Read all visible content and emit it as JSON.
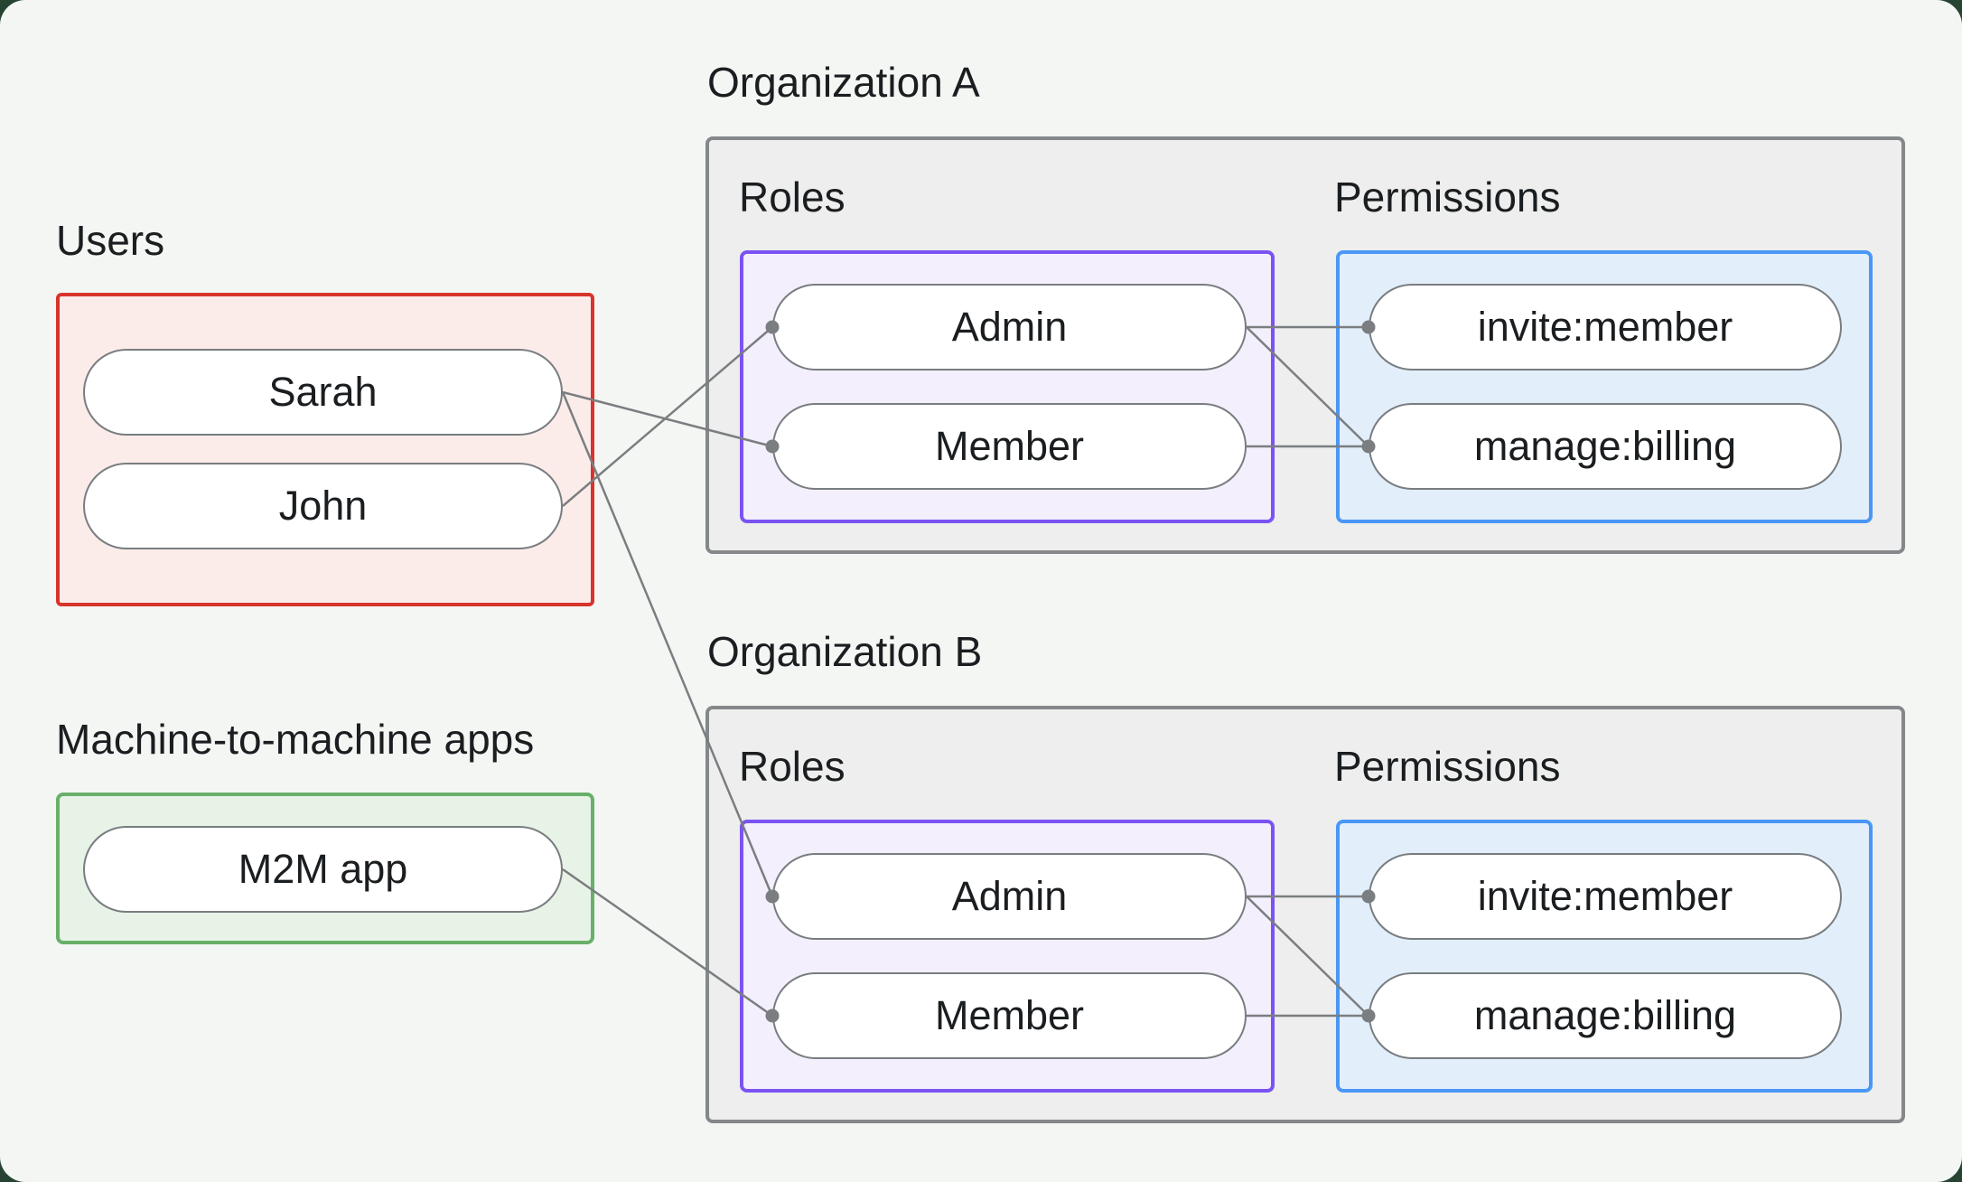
{
  "colors": {
    "outer_bg": "#274433",
    "page_bg": "#F4F6F4",
    "text": "#1B1E20",
    "line": "#7B7E80",
    "pill_bg": "#FFFFFF",
    "pill_border": "#797D80",
    "org_bg": "#EDEEED",
    "org_border": "#85888A",
    "users_bg": "#FBECEA",
    "users_border": "#D8342B",
    "m2m_bg": "#E8F3E7",
    "m2m_border": "#68B069",
    "roles_bg": "#F4EFFD",
    "roles_border": "#7B53F2",
    "perms_bg": "#E2EFFB",
    "perms_border": "#4A97F5"
  },
  "groups": {
    "users": {
      "label": "Users",
      "nodes": [
        {
          "id": "sarah",
          "label": "Sarah"
        },
        {
          "id": "john",
          "label": "John"
        }
      ]
    },
    "m2m": {
      "label": "Machine-to-machine apps",
      "nodes": [
        {
          "id": "m2m-app",
          "label": "M2M app"
        }
      ]
    }
  },
  "organizations": [
    {
      "id": "orgA",
      "title": "Organization A",
      "roles_label": "Roles",
      "permissions_label": "Permissions",
      "roles": [
        {
          "id": "orgA-admin",
          "label": "Admin"
        },
        {
          "id": "orgA-member",
          "label": "Member"
        }
      ],
      "permissions": [
        {
          "id": "orgA-invite",
          "label": "invite:member"
        },
        {
          "id": "orgA-billing",
          "label": "manage:billing"
        }
      ]
    },
    {
      "id": "orgB",
      "title": "Organization B",
      "roles_label": "Roles",
      "permissions_label": "Permissions",
      "roles": [
        {
          "id": "orgB-admin",
          "label": "Admin"
        },
        {
          "id": "orgB-member",
          "label": "Member"
        }
      ],
      "permissions": [
        {
          "id": "orgB-invite",
          "label": "invite:member"
        },
        {
          "id": "orgB-billing",
          "label": "manage:billing"
        }
      ]
    }
  ],
  "connections": [
    {
      "from": "sarah",
      "to": "orgA-member"
    },
    {
      "from": "john",
      "to": "orgA-admin"
    },
    {
      "from": "sarah",
      "to": "orgB-admin"
    },
    {
      "from": "m2m-app",
      "to": "orgB-member"
    },
    {
      "from": "orgA-admin",
      "to": "orgA-invite"
    },
    {
      "from": "orgA-admin",
      "to": "orgA-billing"
    },
    {
      "from": "orgA-member",
      "to": "orgA-billing"
    },
    {
      "from": "orgB-admin",
      "to": "orgB-invite"
    },
    {
      "from": "orgB-admin",
      "to": "orgB-billing"
    },
    {
      "from": "orgB-member",
      "to": "orgB-billing"
    }
  ]
}
